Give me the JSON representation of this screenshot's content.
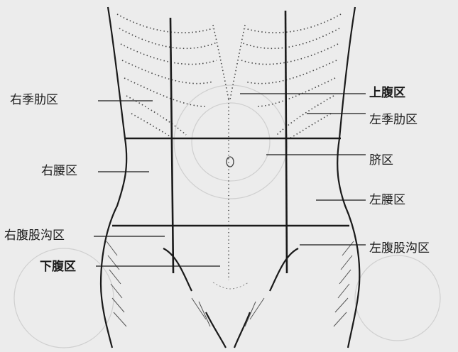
{
  "diagram": {
    "labels": {
      "right_hypochondriac": "右季肋区",
      "epigastric": "上腹区",
      "left_hypochondriac": "左季肋区",
      "right_lumbar": "右腰区",
      "umbilical": "脐区",
      "left_lumbar": "左腰区",
      "right_inguinal": "右腹股沟区",
      "left_inguinal": "左腹股沟区",
      "hypogastric": "下腹区"
    },
    "colors": {
      "background": "#ececec",
      "ink": "#1a1a1a",
      "faint": "#9a9a9a"
    }
  }
}
